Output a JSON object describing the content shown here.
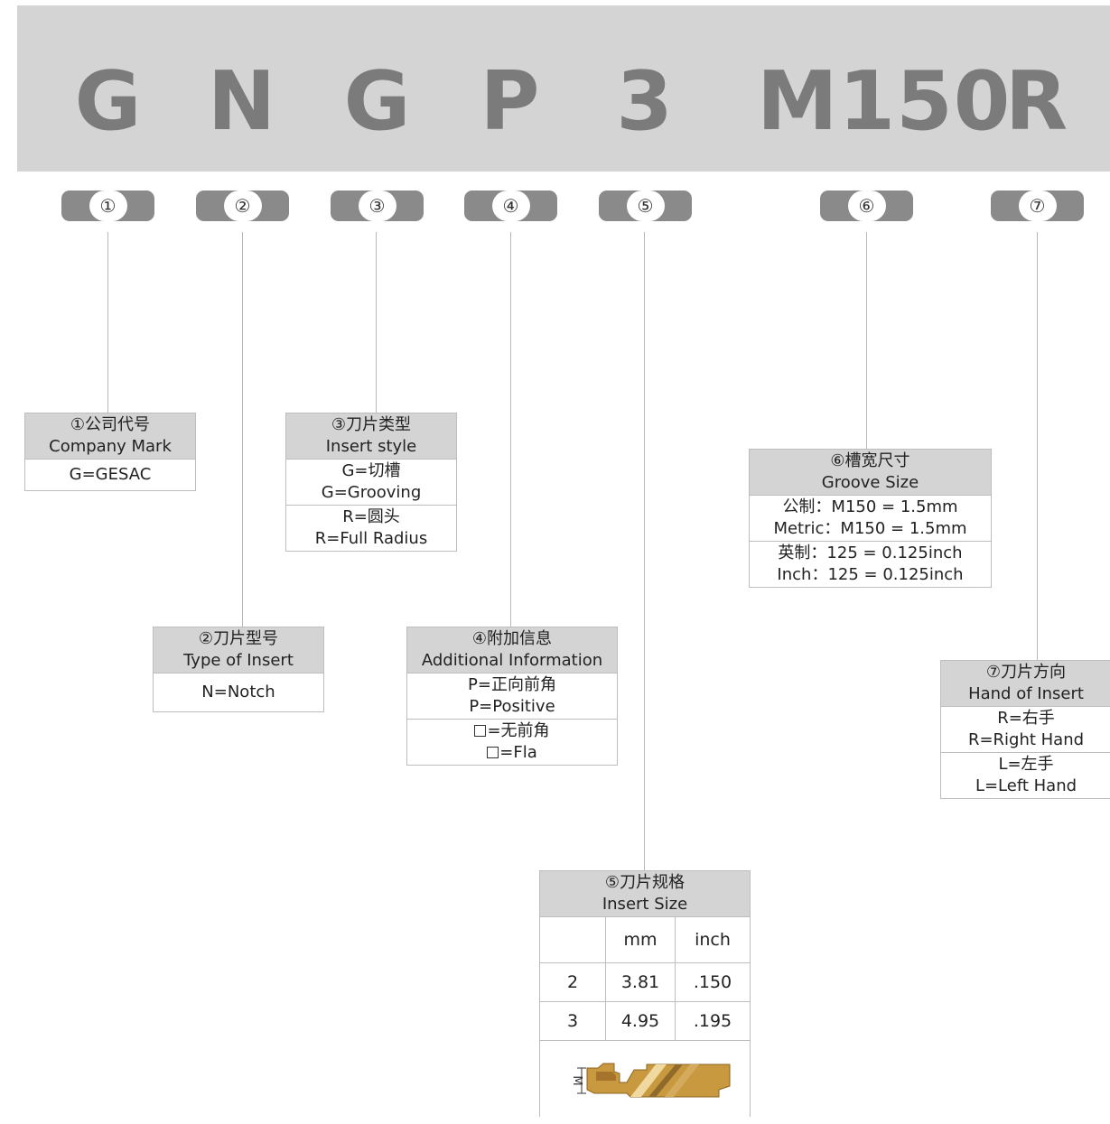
{
  "code": [
    "G",
    "N",
    "G",
    "P",
    "3",
    "M150",
    "R"
  ],
  "markers": [
    "①",
    "②",
    "③",
    "④",
    "⑤",
    "⑥",
    "⑦"
  ],
  "sections": {
    "company": {
      "title_cn": "①公司代号",
      "title_en": "Company Mark",
      "row1": "G=GESAC"
    },
    "type": {
      "title_cn": "②刀片型号",
      "title_en": "Type of Insert",
      "row1": "N=Notch"
    },
    "style": {
      "title_cn": "③刀片类型",
      "title_en": "Insert style",
      "row1_cn": "G=切槽",
      "row1_en": "G=Grooving",
      "row2_cn": "R=圆头",
      "row2_en": "R=Full Radius"
    },
    "additional": {
      "title_cn": "④附加信息",
      "title_en": "Additional Information",
      "row1_cn": "P=正向前角",
      "row1_en": "P=Positive",
      "row2_cn": "=无前角",
      "row2_en": "=Fla"
    },
    "size": {
      "title_cn": "⑤刀片规格",
      "title_en": "Insert Size",
      "col_mm": "mm",
      "col_inch": "inch",
      "rows": [
        {
          "code": "2",
          "mm": "3.81",
          "inch": ".150"
        },
        {
          "code": "3",
          "mm": "4.95",
          "inch": ".195"
        }
      ],
      "dim_label": "M"
    },
    "groove": {
      "title_cn": "⑥槽宽尺寸",
      "title_en": "Groove Size",
      "row1_a": "公制：M150 = 1.5mm",
      "row1_b": "Metric：M150 = 1.5mm",
      "row2_a": "英制：125 = 0.125inch",
      "row2_b": "Inch：125 = 0.125inch"
    },
    "hand": {
      "title_cn": "⑦刀片方向",
      "title_en": "Hand of Insert",
      "row1_cn": "R=右手",
      "row1_en": "R=Right Hand",
      "row2_cn": "L=左手",
      "row2_en": "L=Left Hand"
    }
  }
}
